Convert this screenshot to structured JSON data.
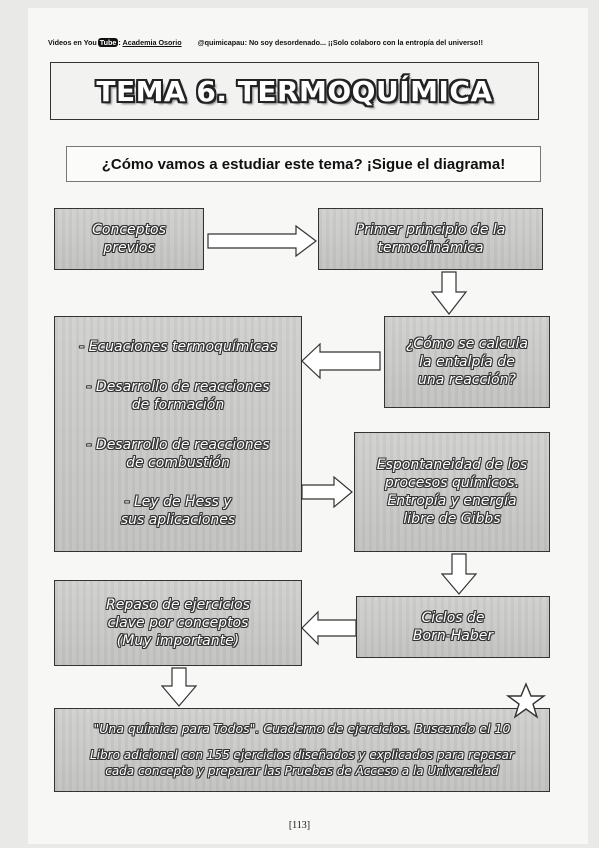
{
  "header": {
    "videos_prefix": "Videos en You",
    "youtube_badge": "Tube",
    "videos_suffix": ": ",
    "channel": "Academia Osorio",
    "twitter_text": "@quimicapau: No soy desordenado... ¡¡Solo colaboro con la entropía del universo!!"
  },
  "title": "TEMA 6. TERMOQUÍMICA",
  "question": "¿Cómo vamos a estudiar este tema? ¡Sigue el diagrama!",
  "boxes": {
    "conceptos": [
      "Conceptos",
      "previos"
    ],
    "primer_principio": [
      "Primer principio de la",
      "termodinámica"
    ],
    "como_se_calcula": [
      "¿Cómo se calcula",
      "la entalpía de",
      "una reacción?"
    ],
    "ecuaciones": {
      "item1": "- Ecuaciones termoquímicas",
      "item2": [
        "- Desarrollo de reacciones",
        "de formación"
      ],
      "item3": [
        "- Desarrollo de reacciones",
        "de combustión"
      ],
      "item4": [
        "- Ley de Hess y",
        "sus aplicaciones"
      ]
    },
    "espontaneidad": [
      "Espontaneidad de los",
      "procesos químicos.",
      "Entropía y energía",
      "libre de Gibbs"
    ],
    "repaso": [
      "Repaso de ejercicios",
      "clave por conceptos",
      "(Muy importante)"
    ],
    "ciclos": [
      "Ciclos de",
      "Born-Haber"
    ],
    "bottom": {
      "line1": "\"Una química para Todos\". Cuaderno de ejercicios. Buscando el 10",
      "line2": [
        "Libro adicional con 155 ejercicios diseñados y explicados para repasar",
        "cada concepto y preparar las Pruebas de Acceso a la Universidad"
      ]
    }
  },
  "page_number": "[113]",
  "colors": {
    "box_fill": "#c8c8c6",
    "outline": "#333333"
  }
}
